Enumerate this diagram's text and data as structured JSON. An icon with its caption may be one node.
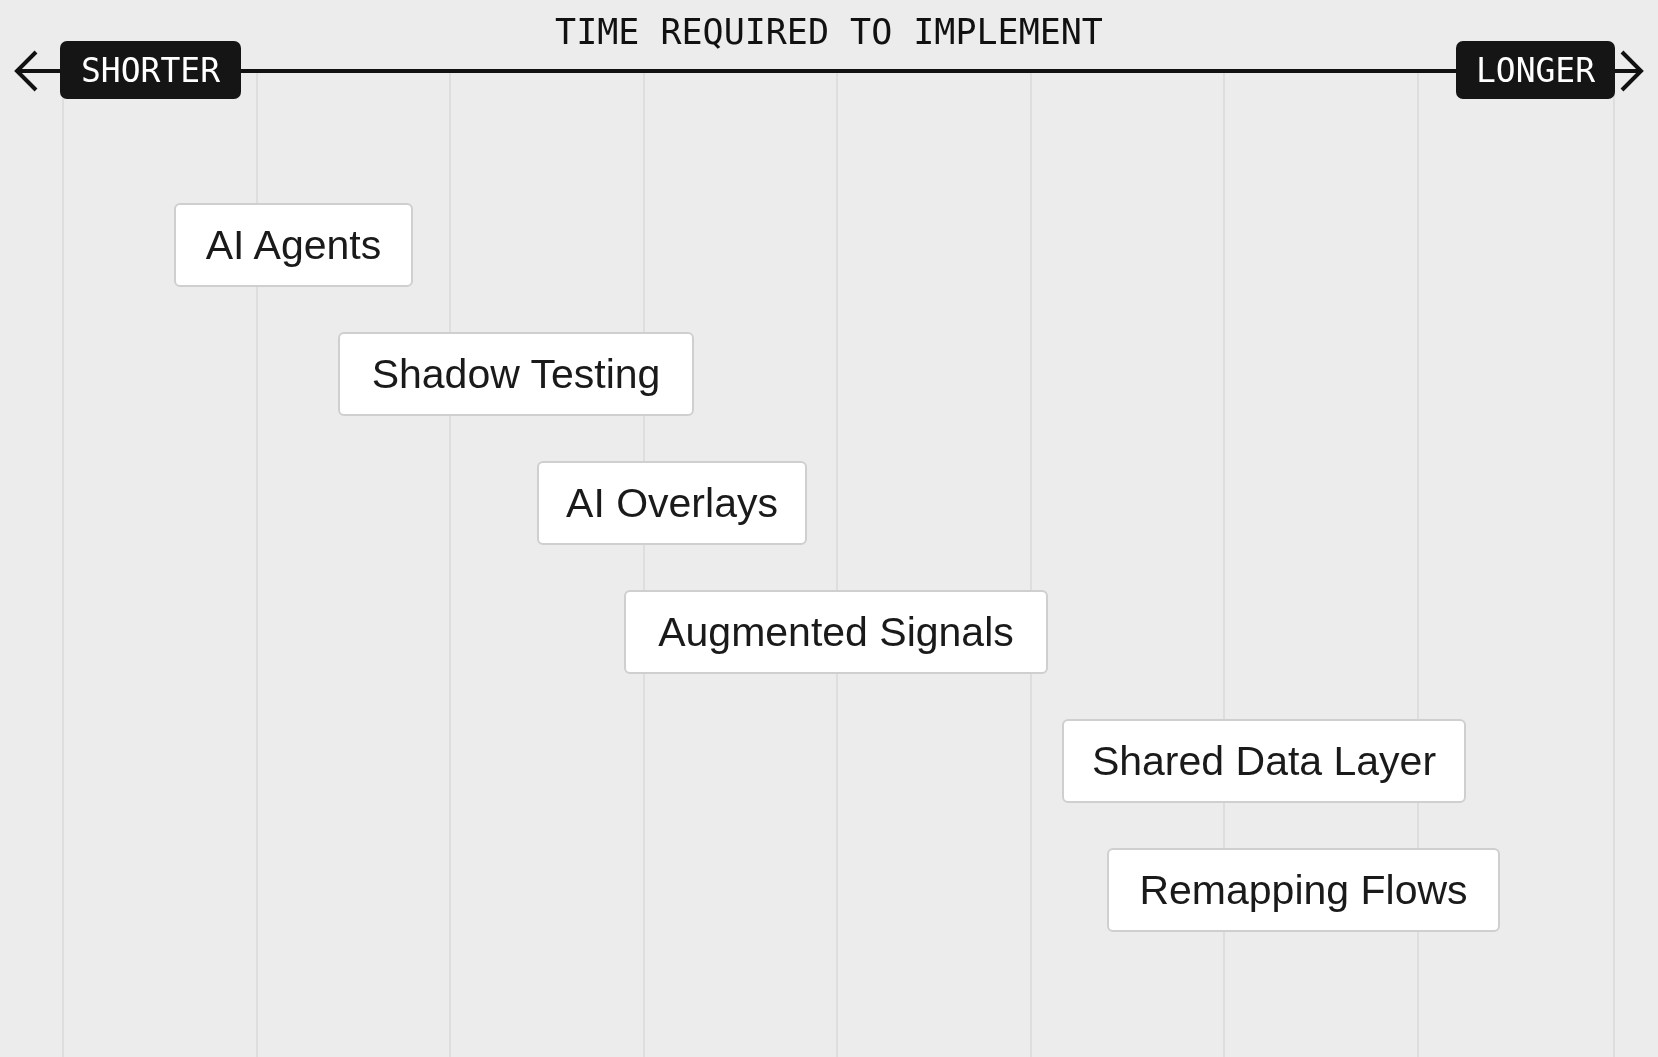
{
  "diagram": {
    "title": "TIME REQUIRED TO IMPLEMENT",
    "nodes": [
      {
        "text": [
          "SHORTER"
        ]
      },
      {
        "text": [
          "LONGER"
        ]
      },
      {
        "text": [
          "AI Agents"
        ]
      },
      {
        "text": [
          "Shadow Testing"
        ]
      },
      {
        "text": [
          "AI Overlays"
        ]
      },
      {
        "text": [
          "Augmented Signals"
        ]
      },
      {
        "text": [
          "Shared Data Layer"
        ]
      },
      {
        "text": [
          "Remapping Flows"
        ]
      }
    ]
  }
}
